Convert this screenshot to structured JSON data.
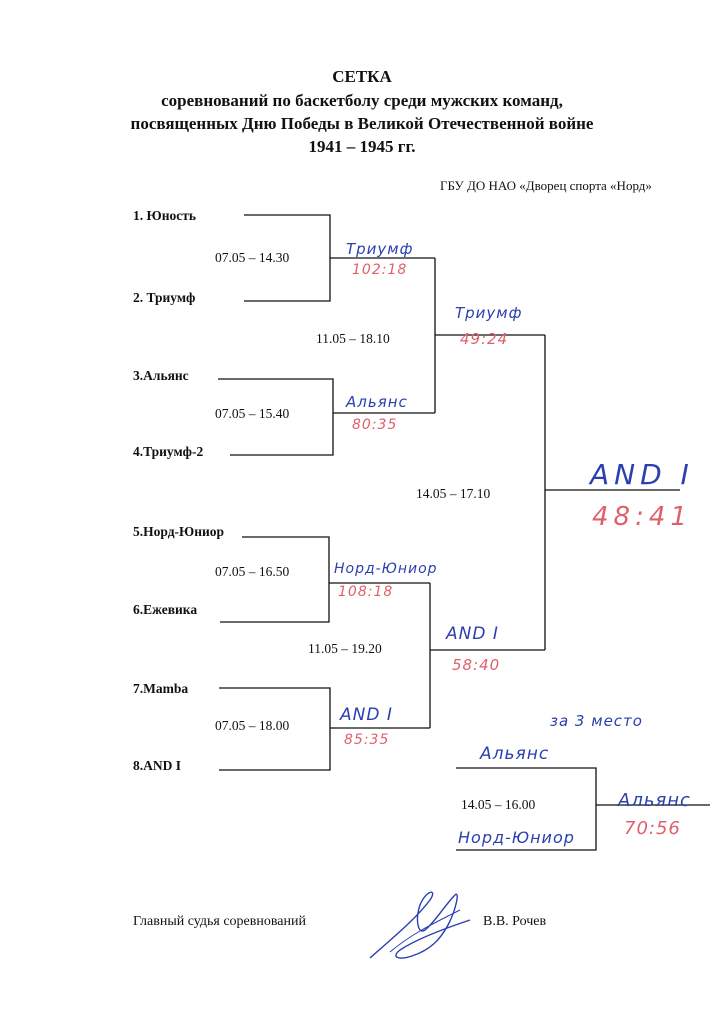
{
  "header": {
    "title": "СЕТКА",
    "line1": "соревнований по баскетболу среди мужских команд,",
    "line2": "посвященных Дню Победы в Великой Отечественной войне",
    "line3": "1941 – 1945 гг.",
    "organization": "ГБУ ДО НАО «Дворец спорта «Норд»"
  },
  "teams": [
    "1. Юность",
    "2. Триумф",
    "3.Альянс",
    "4.Триумф-2",
    "5.Норд-Юниор",
    "6.Ежевика",
    "7.Mamba",
    "8.AND I"
  ],
  "round1": [
    {
      "time": "07.05 – 14.30",
      "winner": "Триумф",
      "score": "102:18"
    },
    {
      "time": "07.05 – 15.40",
      "winner": "Альянс",
      "score": "80:35"
    },
    {
      "time": "07.05 – 16.50",
      "winner": "Норд-Юниор",
      "score": "108:18"
    },
    {
      "time": "07.05 – 18.00",
      "winner": "AND I",
      "score": "85:35"
    }
  ],
  "semifinals": [
    {
      "time": "11.05 – 18.10",
      "winner": "Триумф",
      "score": "49:24"
    },
    {
      "time": "11.05 – 19.20",
      "winner": "AND I",
      "score": "58:40"
    }
  ],
  "final": {
    "time": "14.05 – 17.10",
    "winner": "AND I",
    "score": "48:41"
  },
  "third_place": {
    "label": "за 3 место",
    "team_a": "Альянс",
    "team_b": "Норд-Юниор",
    "time": "14.05 – 16.00",
    "winner": "Альянс",
    "score": "70:56"
  },
  "footer": {
    "judge_label": "Главный судья соревнований",
    "judge_name": "В.В. Рочев"
  },
  "colors": {
    "ink_blue": "#2a3fb0",
    "ink_red": "#e0606a",
    "print": "#111111"
  }
}
